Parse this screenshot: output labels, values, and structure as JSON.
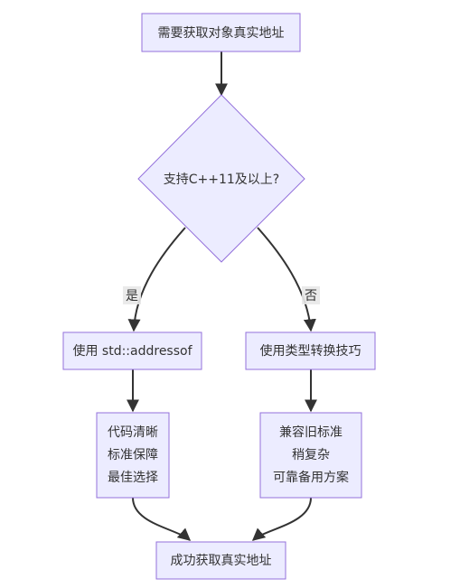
{
  "nodes": {
    "start": {
      "label": "需要获取对象真实地址"
    },
    "decision": {
      "label": "支持C++11及以上?"
    },
    "use_addressof": {
      "label": "使用 std::addressof"
    },
    "use_cast": {
      "label": "使用类型转换技巧"
    },
    "pros": {
      "lines": [
        "代码清晰",
        "标准保障",
        "最佳选择"
      ]
    },
    "compat": {
      "lines": [
        "兼容旧标准",
        "稍复杂",
        "可靠备用方案"
      ]
    },
    "end": {
      "label": "成功获取真实地址"
    }
  },
  "edges": {
    "yes_label": "是",
    "no_label": "否"
  },
  "colors": {
    "node_fill": "#ececff",
    "node_stroke": "#9370db",
    "edge": "#333333",
    "text": "#333333",
    "label_bg": "#e8e8e8"
  }
}
